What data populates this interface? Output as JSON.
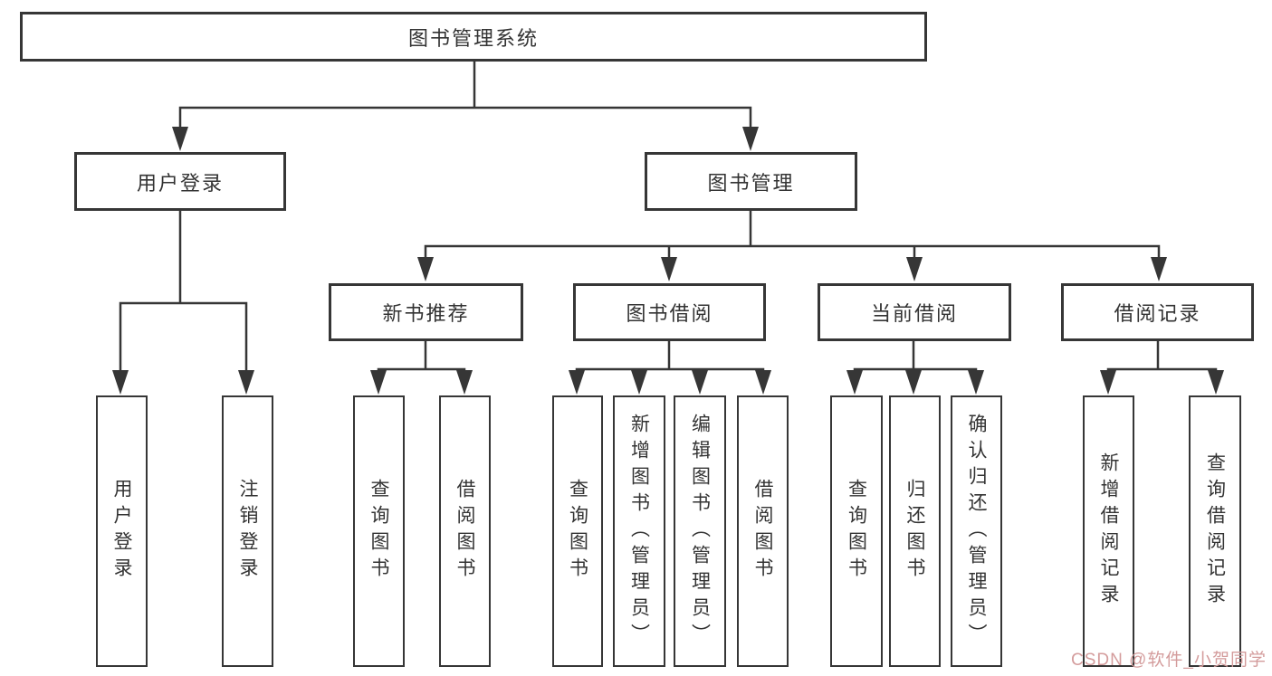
{
  "tree": {
    "label": "图书管理系统",
    "children": [
      {
        "label": "用户登录",
        "children": [
          {
            "label": "用户登录"
          },
          {
            "label": "注销登录"
          }
        ]
      },
      {
        "label": "图书管理",
        "children": [
          {
            "label": "新书推荐",
            "children": [
              {
                "label": "查询图书"
              },
              {
                "label": "借阅图书"
              }
            ]
          },
          {
            "label": "图书借阅",
            "children": [
              {
                "label": "查询图书"
              },
              {
                "label": "新增图书（管理员）"
              },
              {
                "label": "编辑图书（管理员）"
              },
              {
                "label": "借阅图书"
              }
            ]
          },
          {
            "label": "当前借阅",
            "children": [
              {
                "label": "查询图书"
              },
              {
                "label": "归还图书"
              },
              {
                "label": "确认归还（管理员）"
              }
            ]
          },
          {
            "label": "借阅记录",
            "children": [
              {
                "label": "新增借阅记录"
              },
              {
                "label": "查询借阅记录"
              }
            ]
          }
        ]
      }
    ]
  },
  "watermark": "CSDN @软件_小贺同学",
  "colors": {
    "line": "#363636",
    "box_border": "#363636",
    "text": "#333333",
    "background": "#ffffff",
    "watermark": "#d49c9c"
  }
}
